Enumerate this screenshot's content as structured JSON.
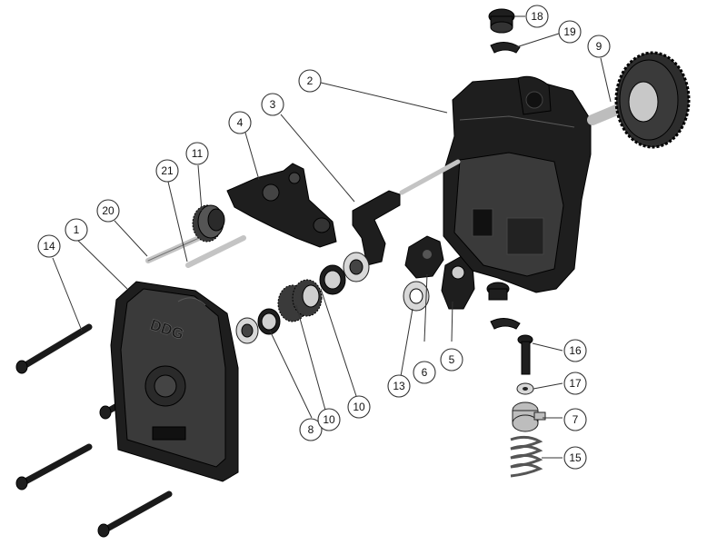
{
  "diagram": {
    "colors": {
      "body": "#1e1e1e",
      "metal": "#bdbdbd",
      "outline": "#333333",
      "background": "#ffffff"
    },
    "cover_emboss": "DDG",
    "callouts": [
      {
        "id": "1",
        "label": "1"
      },
      {
        "id": "2",
        "label": "2"
      },
      {
        "id": "3",
        "label": "3"
      },
      {
        "id": "4",
        "label": "4"
      },
      {
        "id": "5",
        "label": "5"
      },
      {
        "id": "6",
        "label": "6"
      },
      {
        "id": "7",
        "label": "7"
      },
      {
        "id": "8",
        "label": "8"
      },
      {
        "id": "9",
        "label": "9"
      },
      {
        "id": "10a",
        "label": "10"
      },
      {
        "id": "10b",
        "label": "10"
      },
      {
        "id": "11",
        "label": "11"
      },
      {
        "id": "13",
        "label": "13"
      },
      {
        "id": "14",
        "label": "14"
      },
      {
        "id": "15",
        "label": "15"
      },
      {
        "id": "16",
        "label": "16"
      },
      {
        "id": "17",
        "label": "17"
      },
      {
        "id": "18",
        "label": "18"
      },
      {
        "id": "19",
        "label": "19"
      },
      {
        "id": "20",
        "label": "20"
      },
      {
        "id": "21",
        "label": "21"
      }
    ]
  }
}
